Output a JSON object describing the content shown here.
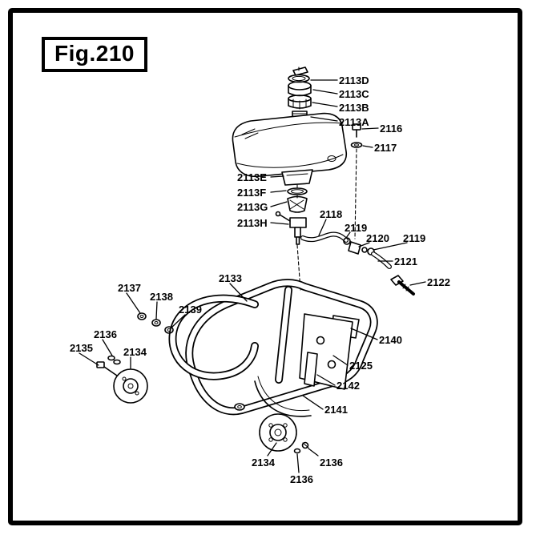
{
  "figure_title": "Fig.210",
  "labels": [
    "2113D",
    "2113C",
    "2113B",
    "2113A",
    "2116",
    "2117",
    "2113E",
    "2113F",
    "2113G",
    "2113H",
    "2118",
    "2119",
    "2120",
    "2119",
    "2121",
    "2122",
    "2133",
    "2137",
    "2138",
    "2139",
    "2136",
    "2135",
    "2134",
    "2140",
    "2125",
    "2142",
    "2141",
    "2134",
    "2136",
    "2136"
  ]
}
